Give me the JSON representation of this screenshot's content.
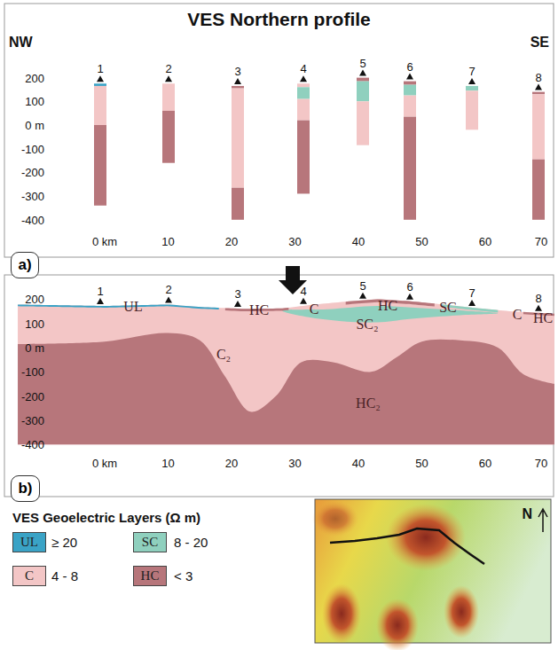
{
  "diagram": {
    "title": "VES Northern profile",
    "nodes": [
      {
        "text": [
          "a)"
        ]
      },
      {
        "text": [
          "b)"
        ]
      }
    ],
    "labels": [
      "NW",
      "SE",
      "1",
      "2",
      "3",
      "4",
      "5",
      "6",
      "7",
      "8",
      "200",
      "100",
      "0 m",
      "-100",
      "-200",
      "-300",
      "-400",
      "0 km",
      "10",
      "20",
      "30",
      "40",
      "50",
      "60",
      "70",
      "1",
      "2",
      "3",
      "4",
      "5",
      "6",
      "7",
      "8",
      "200",
      "100",
      "0 m",
      "-100",
      "-200",
      "-300",
      "-400",
      "0 km",
      "10",
      "20",
      "30",
      "40",
      "50",
      "60",
      "70",
      "UL",
      "HC",
      "C",
      "HC",
      "SC₂",
      "SC",
      "C",
      "HC",
      "C₂",
      "HC₂",
      "VES Geoelectric Layers (Ω m)",
      "≥ 20",
      "8 - 20",
      "4 - 8",
      "< 3",
      "N"
    ],
    "legend": [
      {
        "text": "UL",
        "color": "#3aa3c6"
      },
      {
        "text": "SC",
        "color": "#8fd0be"
      },
      {
        "text": "C",
        "color": "#f3c6c6"
      },
      {
        "text": "HC",
        "color": "#b7767b"
      }
    ]
  }
}
